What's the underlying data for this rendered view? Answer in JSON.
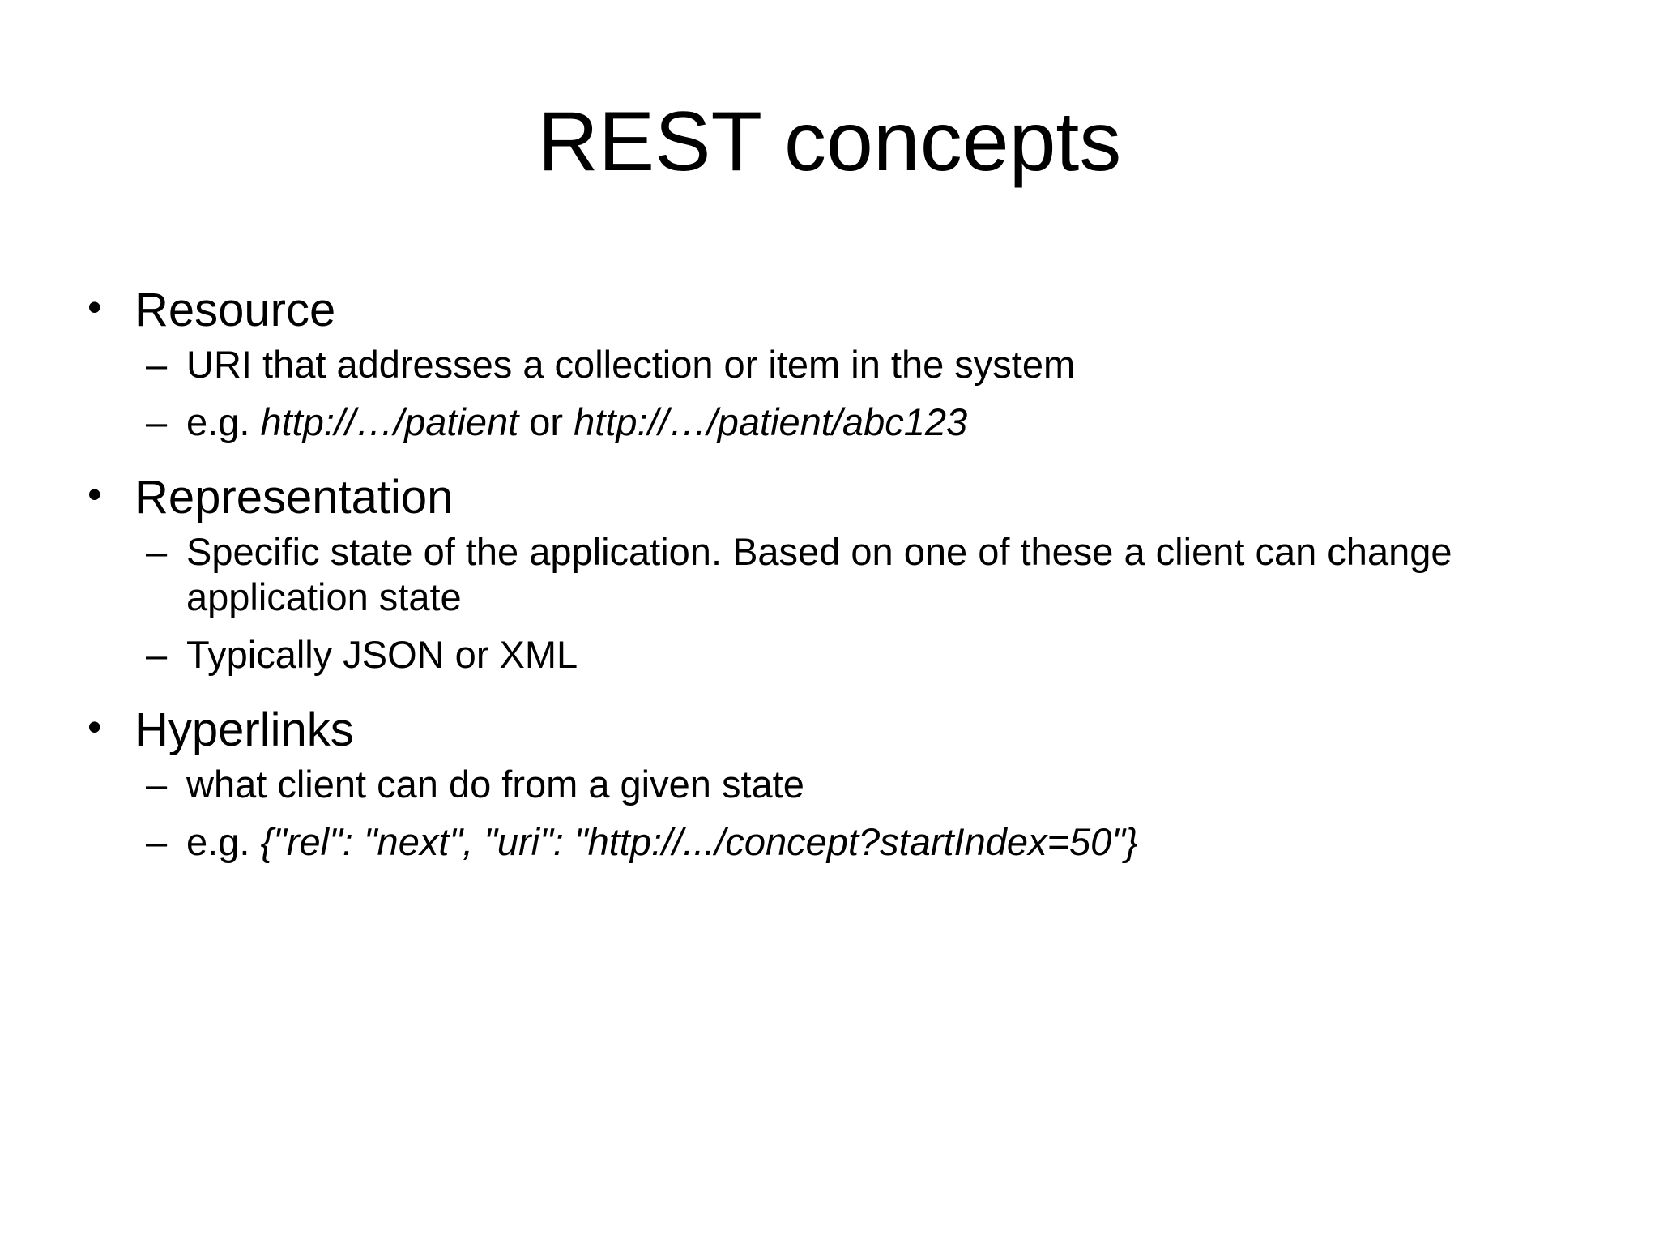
{
  "slide": {
    "title": "REST concepts",
    "background_color": "#ffffff",
    "text_color": "#000000",
    "bullet_marker_level1": "•",
    "bullet_marker_level2": "–",
    "groups": [
      {
        "heading": "Resource",
        "sub_items": [
          {
            "id": "uri-definition",
            "segments": [
              {
                "text": "URI that addresses a collection or item in the system",
                "italic": false
              }
            ],
            "plain": "URI that addresses a collection or item in the system"
          },
          {
            "id": "uri-example",
            "segments": [
              {
                "text": "e.g. ",
                "italic": false
              },
              {
                "text": "http://…/patient",
                "italic": true
              },
              {
                "text": " or ",
                "italic": false
              },
              {
                "text": "http://…/patient/abc123",
                "italic": true
              }
            ],
            "plain": "e.g. http://…/patient or http://…/patient/abc123"
          }
        ]
      },
      {
        "heading": "Representation",
        "sub_items": [
          {
            "id": "representation-definition",
            "segments": [
              {
                "text": "Specific state of the application. Based on one of these a client can change application state",
                "italic": false
              }
            ],
            "plain": "Specific state of the application. Based on one of these a client can change application state"
          },
          {
            "id": "representation-formats",
            "segments": [
              {
                "text": "Typically JSON or XML",
                "italic": false
              }
            ],
            "plain": "Typically JSON or XML"
          }
        ]
      },
      {
        "heading": "Hyperlinks",
        "sub_items": [
          {
            "id": "hyperlinks-definition",
            "segments": [
              {
                "text": "what client can do from a given state",
                "italic": false
              }
            ],
            "plain": "what client can do from a given state"
          },
          {
            "id": "hyperlinks-example",
            "segments": [
              {
                "text": "e.g. ",
                "italic": false
              },
              {
                "text": "{\"rel\": \"next\", \"uri\": \"http://.../concept?startIndex=50\"}",
                "italic": true
              }
            ],
            "plain": "e.g. {\"rel\": \"next\", \"uri\": \"http://.../concept?startIndex=50\"}"
          }
        ]
      }
    ]
  }
}
